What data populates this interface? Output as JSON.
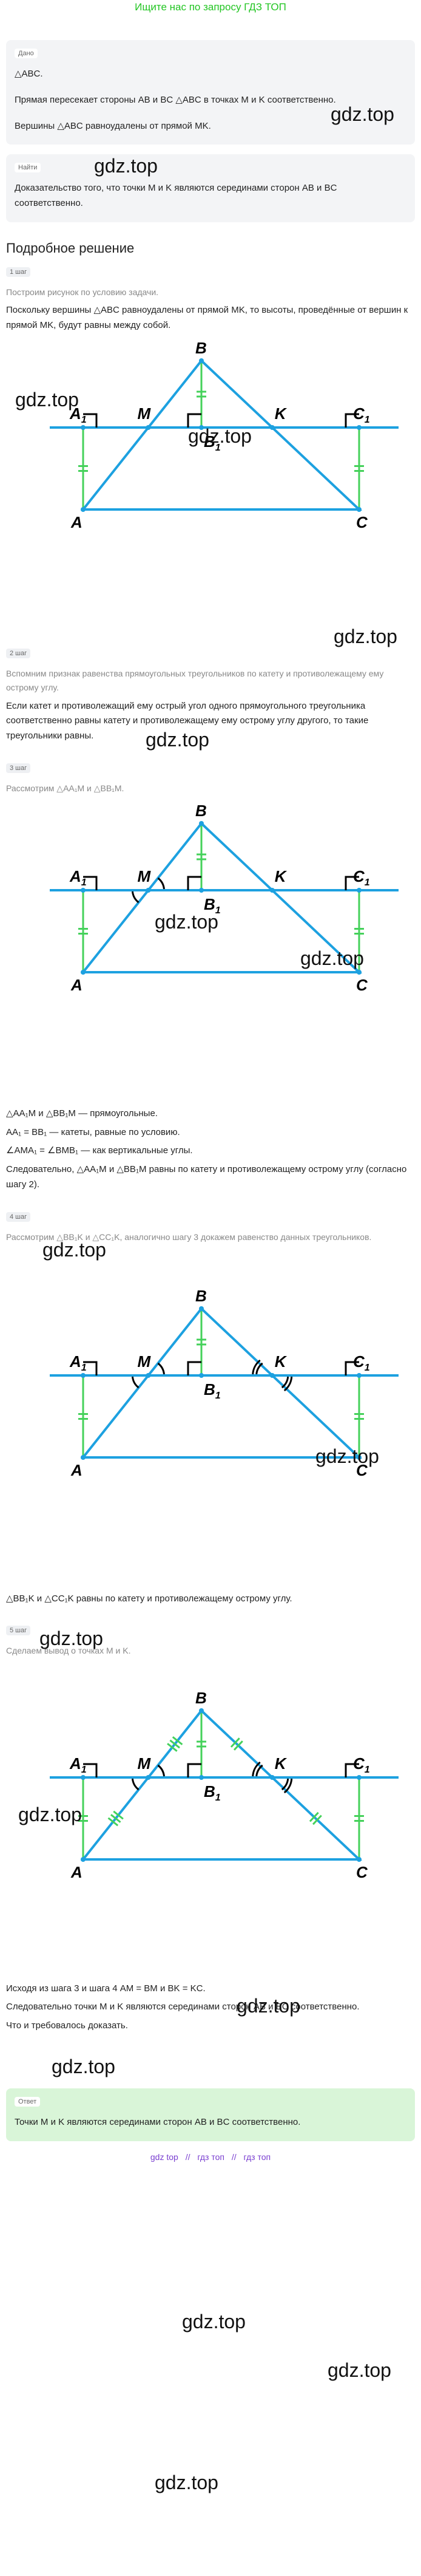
{
  "banner": "Ищите нас по запросу ГДЗ ТОП",
  "given": {
    "chip": "Дано",
    "triangle": "△ABC.",
    "line1": "Прямая пересекает стороны AB и BC △ABC в точках M и K соответственно.",
    "line2": "Вершины △ABC равноудалены от прямой MK."
  },
  "find": {
    "chip": "Найти",
    "text": "Доказательство того, что точки M и K являются серединами сторон AB и BC соответственно."
  },
  "solution_title": "Подробное решение",
  "steps": [
    {
      "chip": "1 шаг",
      "intro": "Построим рисунок по условию задачи.",
      "text": "Поскольку вершины △ABC равноудалены от прямой MK, то высоты, проведённые от вершин к прямой MK, будут равны между собой."
    },
    {
      "chip": "2 шаг",
      "intro": "Вспомним признак равенства прямоугольных треугольников по катету и противолежащему ему острому углу.",
      "text": "Если катет и противолежащий ему острый угол одного прямоугольного треугольника соответственно равны катету и противолежащему ему острому углу другого, то такие треугольники равны."
    },
    {
      "chip": "3 шаг",
      "intro": "Рассмотрим △AA₁M и △BB₁M.",
      "p1": "△AA₁M и △BB₁M — прямоугольные.",
      "p2": "AA₁ = BB₁ — катеты, равные по условию.",
      "p3": "∠AMA₁ = ∠BMB₁ — как вертикальные углы.",
      "p4": "Следовательно, △AA₁M и △BB₁M равны по катету и противолежащему острому углу (согласно шагу 2)."
    },
    {
      "chip": "4 шаг",
      "intro": "Рассмотрим △BB₁K и △CC₁K, аналогично шагу 3 докажем равенство данных треугольников.",
      "text": "△BB₁K и △CC₁K равны по катету и противолежащему острому углу."
    },
    {
      "chip": "5 шаг",
      "intro": "Сделаем вывод о точках M и K.",
      "p1": "Исходя из шага 3 и шага 4 AM = BM и BK = KC.",
      "p2": "Следовательно точки M и K являются серединами сторон AB и BC соответственно.",
      "p3": "Что и требовалось доказать."
    }
  ],
  "answer": {
    "chip": "Ответ",
    "text": "Точки M и K являются серединами сторон AB и BC соответственно."
  },
  "figure_labels": {
    "A": "A",
    "B": "B",
    "C": "C",
    "M": "M",
    "K": "K",
    "A1": "A",
    "B1": "B",
    "C1": "C",
    "sub1": "1"
  },
  "watermark": "gdz.top",
  "footer": [
    "gdz top",
    "//",
    "гдз топ",
    "//",
    "гдз топ"
  ],
  "colors": {
    "line": "#1da1e0",
    "green": "#44d15a",
    "black": "#000000",
    "banner": "#22c522",
    "answer_bg": "#d9f5d8"
  }
}
